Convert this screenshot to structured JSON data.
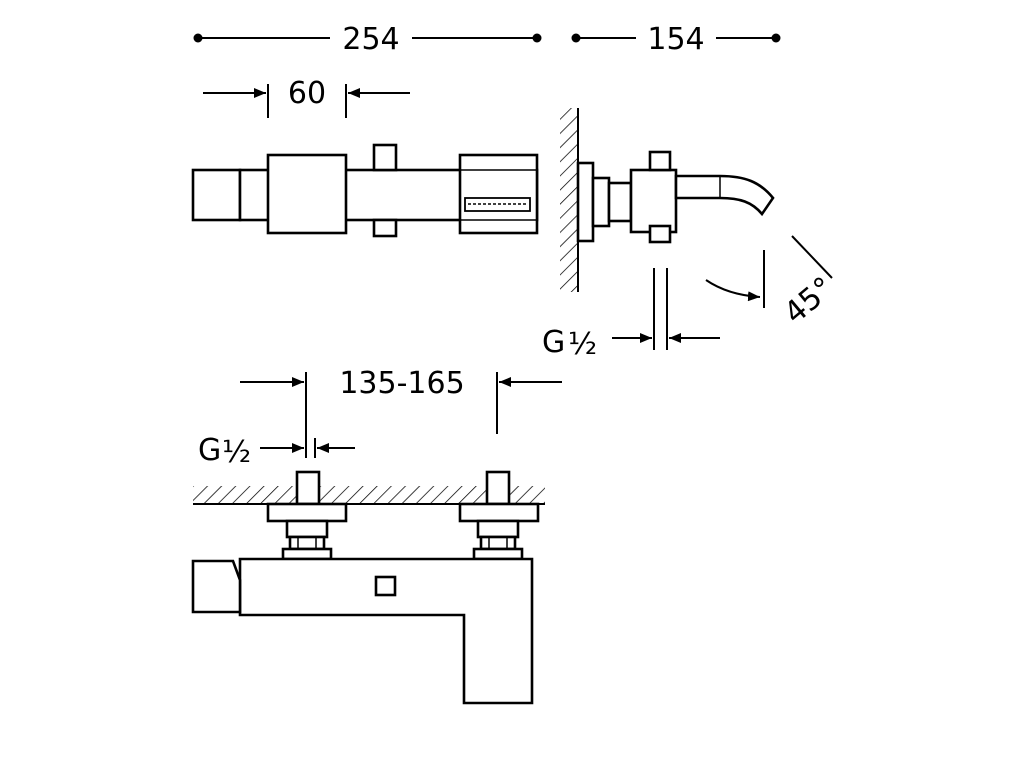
{
  "dimensions": {
    "overall_width": "254",
    "projection": "154",
    "handle_width": "60",
    "centers": "135-165",
    "spout_angle": "45°",
    "thread_spout": {
      "prefix": "G",
      "fraction": "½"
    },
    "thread_inlet": {
      "prefix": "G",
      "fraction": "½"
    }
  },
  "colors": {
    "line": "#000000",
    "background": "#ffffff"
  }
}
